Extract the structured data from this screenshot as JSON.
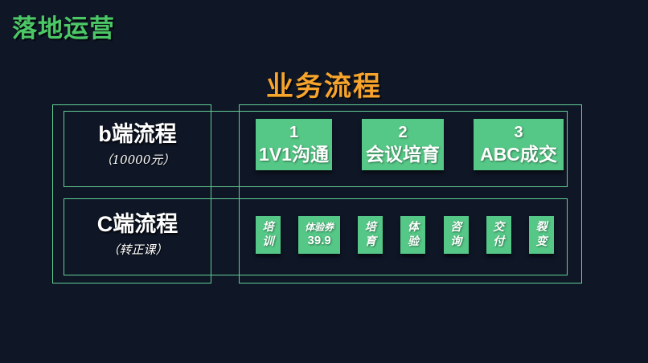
{
  "colors": {
    "background": "#0f1626",
    "title_green": "#4cc766",
    "subtitle_orange": "#f6a42b",
    "frame_border_green": "#63cf96",
    "step_box_green": "#55c786",
    "text_white": "#ffffff"
  },
  "header": {
    "title": "落地运营"
  },
  "main": {
    "subtitle": "业务流程"
  },
  "rows": [
    {
      "label": "b端流程",
      "sublabel": "（10000元）",
      "steps": [
        {
          "num": "1",
          "name": "1V1沟通"
        },
        {
          "num": "2",
          "name": "会议培育"
        },
        {
          "num": "3",
          "name": "ABC成交"
        }
      ]
    },
    {
      "label": "C端流程",
      "sublabel": "（转正课）",
      "steps": [
        {
          "top": "培",
          "bottom": "训"
        },
        {
          "top": "体验券",
          "bottom": "39.9"
        },
        {
          "top": "培",
          "bottom": "育"
        },
        {
          "top": "体",
          "bottom": "验"
        },
        {
          "top": "咨",
          "bottom": "询"
        },
        {
          "top": "交",
          "bottom": "付"
        },
        {
          "top": "裂",
          "bottom": "变"
        }
      ]
    }
  ]
}
